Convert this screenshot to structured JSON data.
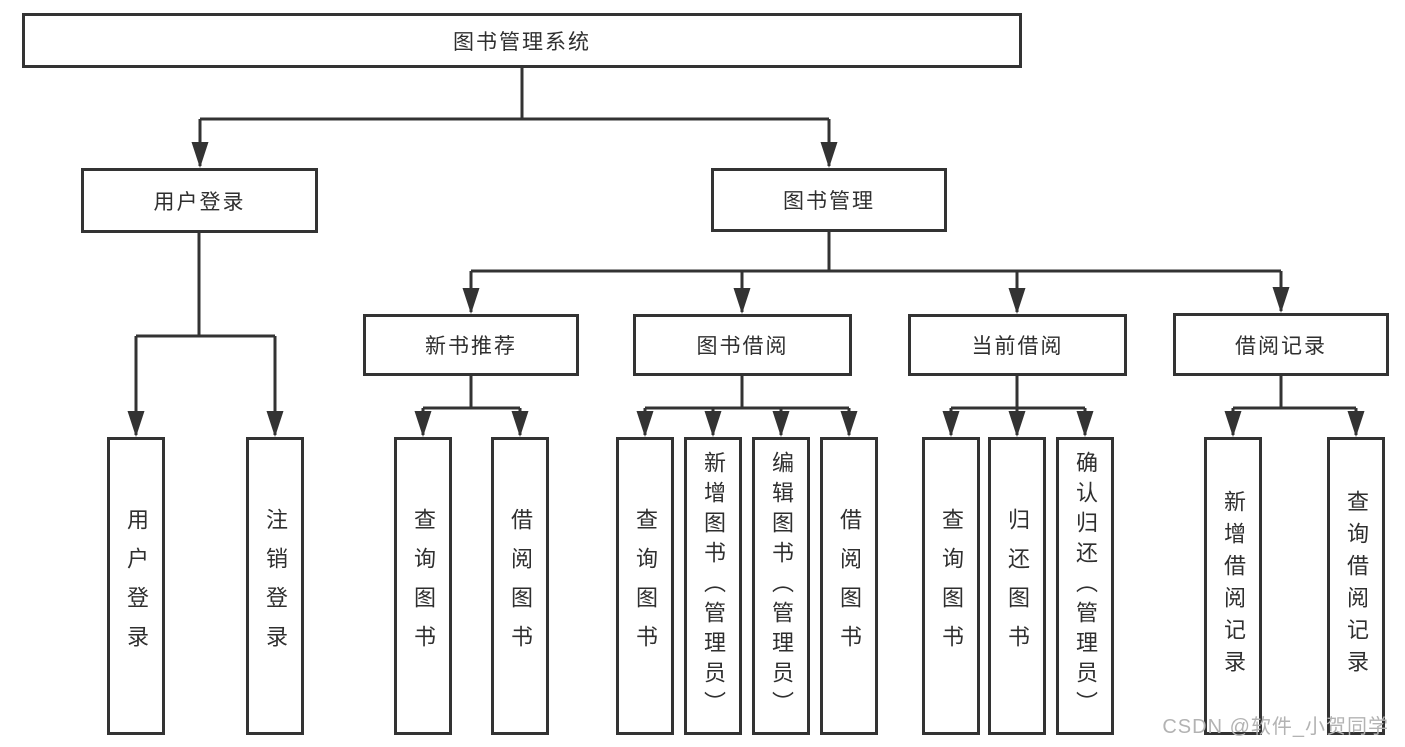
{
  "diagram": {
    "type": "hierarchy-tree",
    "line_color": "#333333",
    "box_background": "#ffffff",
    "text_color": "#2f2f2f",
    "watermark": {
      "text": "CSDN @软件_小贺同学",
      "color": "#b3b3b3"
    },
    "nodes": {
      "root": {
        "label": "图书管理系统"
      },
      "user_login": {
        "label": "用户登录"
      },
      "book_mgmt": {
        "label": "图书管理"
      },
      "new_rec": {
        "label": "新书推荐"
      },
      "book_borrow": {
        "label": "图书借阅"
      },
      "current": {
        "label": "当前借阅"
      },
      "records": {
        "label": "借阅记录"
      },
      "login": {
        "label": "用户登录"
      },
      "logout": {
        "label": "注销登录"
      },
      "rec_query": {
        "label": "查询图书"
      },
      "rec_borrow": {
        "label": "借阅图书"
      },
      "bb_query": {
        "label": "查询图书"
      },
      "bb_add": {
        "label": "新增图书（管理员）"
      },
      "bb_edit": {
        "label": "编辑图书（管理员）"
      },
      "bb_borrow": {
        "label": "借阅图书"
      },
      "cb_query": {
        "label": "查询图书"
      },
      "cb_return": {
        "label": "归还图书"
      },
      "cb_confirm": {
        "label": "确认归还（管理员）"
      },
      "br_add": {
        "label": "新增借阅记录"
      },
      "br_query": {
        "label": "查询借阅记录"
      }
    },
    "edges": [
      {
        "from": "图书管理系统",
        "to": "用户登录"
      },
      {
        "from": "图书管理系统",
        "to": "图书管理"
      },
      {
        "from": "用户登录",
        "to": "用户登录"
      },
      {
        "from": "用户登录",
        "to": "注销登录"
      },
      {
        "from": "图书管理",
        "to": "新书推荐"
      },
      {
        "from": "图书管理",
        "to": "图书借阅"
      },
      {
        "from": "图书管理",
        "to": "当前借阅"
      },
      {
        "from": "图书管理",
        "to": "借阅记录"
      },
      {
        "from": "新书推荐",
        "to": "查询图书"
      },
      {
        "from": "新书推荐",
        "to": "借阅图书"
      },
      {
        "from": "图书借阅",
        "to": "查询图书"
      },
      {
        "from": "图书借阅",
        "to": "新增图书（管理员）"
      },
      {
        "from": "图书借阅",
        "to": "编辑图书（管理员）"
      },
      {
        "from": "图书借阅",
        "to": "借阅图书"
      },
      {
        "from": "当前借阅",
        "to": "查询图书"
      },
      {
        "from": "当前借阅",
        "to": "归还图书"
      },
      {
        "from": "当前借阅",
        "to": "确认归还（管理员）"
      },
      {
        "from": "借阅记录",
        "to": "新增借阅记录"
      },
      {
        "from": "借阅记录",
        "to": "查询借阅记录"
      }
    ]
  }
}
